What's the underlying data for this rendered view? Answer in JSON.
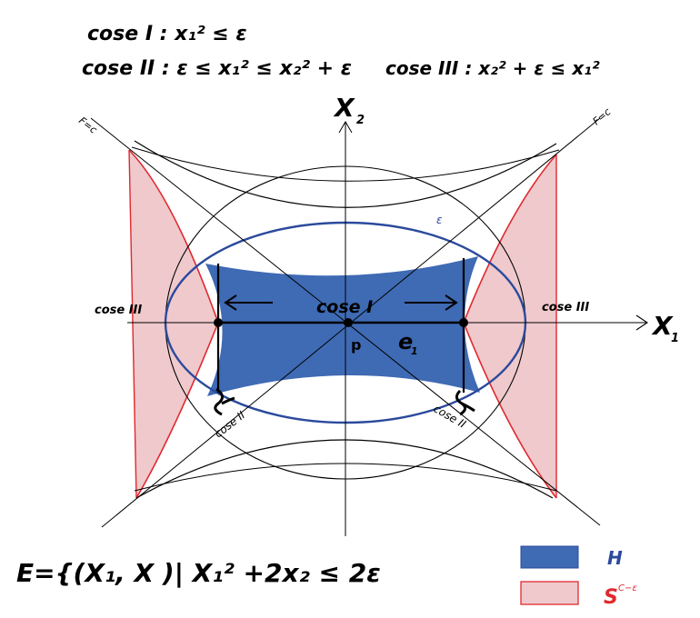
{
  "header": {
    "case1": "cose I : x₁² ≤ ε",
    "case2": "cose II : ε ≤ x₁² ≤ x₂² + ε",
    "case3": "cose III : x₂² + ε ≤ x₁²"
  },
  "axes": {
    "x_label": "X",
    "x_sub": "1",
    "y_label": "X",
    "y_sub": "2"
  },
  "labels": {
    "level_set_left": "F=c",
    "level_set_right": "F=c",
    "ellipse": "ε",
    "center_case": "cose I",
    "left_case": "cose III",
    "right_case": "cose III",
    "lower_left_case": "cose II",
    "lower_right_case": "cose II",
    "point": "p",
    "vector": "e",
    "vector_sub": "1"
  },
  "formula": "E={(X₁, X )| X₁² +2x₂ ≤ 2ε",
  "legend": [
    {
      "label": "H",
      "color": "#3f6ab4"
    },
    {
      "label": "S",
      "superscript": "C−ε",
      "color": "#efc9cc"
    }
  ],
  "colors": {
    "blue_fill": "#3f6ab4",
    "blue_stroke": "#2b4a9c",
    "pink_fill": "#efc9cc",
    "red_stroke": "#e0292f",
    "legend_h_text": "#2b4a9c",
    "legend_s_text": "#e0292f"
  }
}
